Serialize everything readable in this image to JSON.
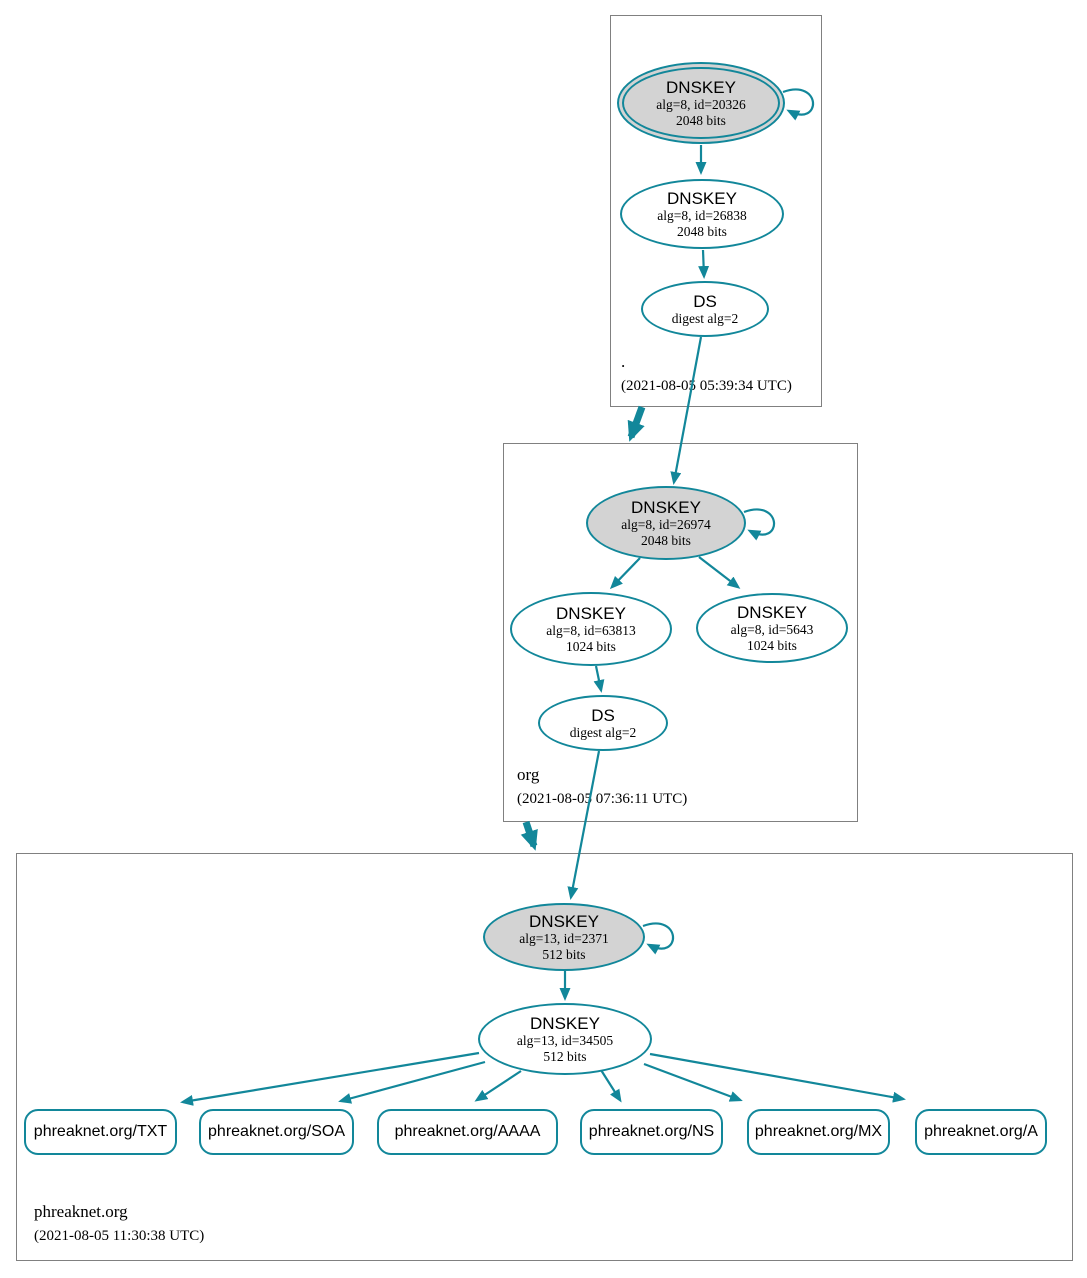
{
  "colors": {
    "secure_edge": "#12879a",
    "ksk_fill": "#d3d3d3",
    "zone_border": "#808080",
    "text": "#000000"
  },
  "zones": [
    {
      "name": ".",
      "timestamp": "(2021-08-05 05:39:34 UTC)",
      "nodes": {
        "ksk": {
          "title": "DNSKEY",
          "detail1": "alg=8, id=20326",
          "detail2": "2048 bits"
        },
        "zsk": {
          "title": "DNSKEY",
          "detail1": "alg=8, id=26838",
          "detail2": "2048 bits"
        },
        "ds": {
          "title": "DS",
          "detail1": "digest alg=2"
        }
      }
    },
    {
      "name": "org",
      "timestamp": "(2021-08-05 07:36:11 UTC)",
      "nodes": {
        "ksk": {
          "title": "DNSKEY",
          "detail1": "alg=8, id=26974",
          "detail2": "2048 bits"
        },
        "zsk1": {
          "title": "DNSKEY",
          "detail1": "alg=8, id=63813",
          "detail2": "1024 bits"
        },
        "zsk2": {
          "title": "DNSKEY",
          "detail1": "alg=8, id=5643",
          "detail2": "1024 bits"
        },
        "ds": {
          "title": "DS",
          "detail1": "digest alg=2"
        }
      }
    },
    {
      "name": "phreaknet.org",
      "timestamp": "(2021-08-05 11:30:38 UTC)",
      "nodes": {
        "ksk": {
          "title": "DNSKEY",
          "detail1": "alg=13, id=2371",
          "detail2": "512 bits"
        },
        "zsk": {
          "title": "DNSKEY",
          "detail1": "alg=13, id=34505",
          "detail2": "512 bits"
        }
      },
      "rrsets": [
        {
          "label": "phreaknet.org/TXT"
        },
        {
          "label": "phreaknet.org/SOA"
        },
        {
          "label": "phreaknet.org/AAAA"
        },
        {
          "label": "phreaknet.org/NS"
        },
        {
          "label": "phreaknet.org/MX"
        },
        {
          "label": "phreaknet.org/A"
        }
      ]
    }
  ]
}
